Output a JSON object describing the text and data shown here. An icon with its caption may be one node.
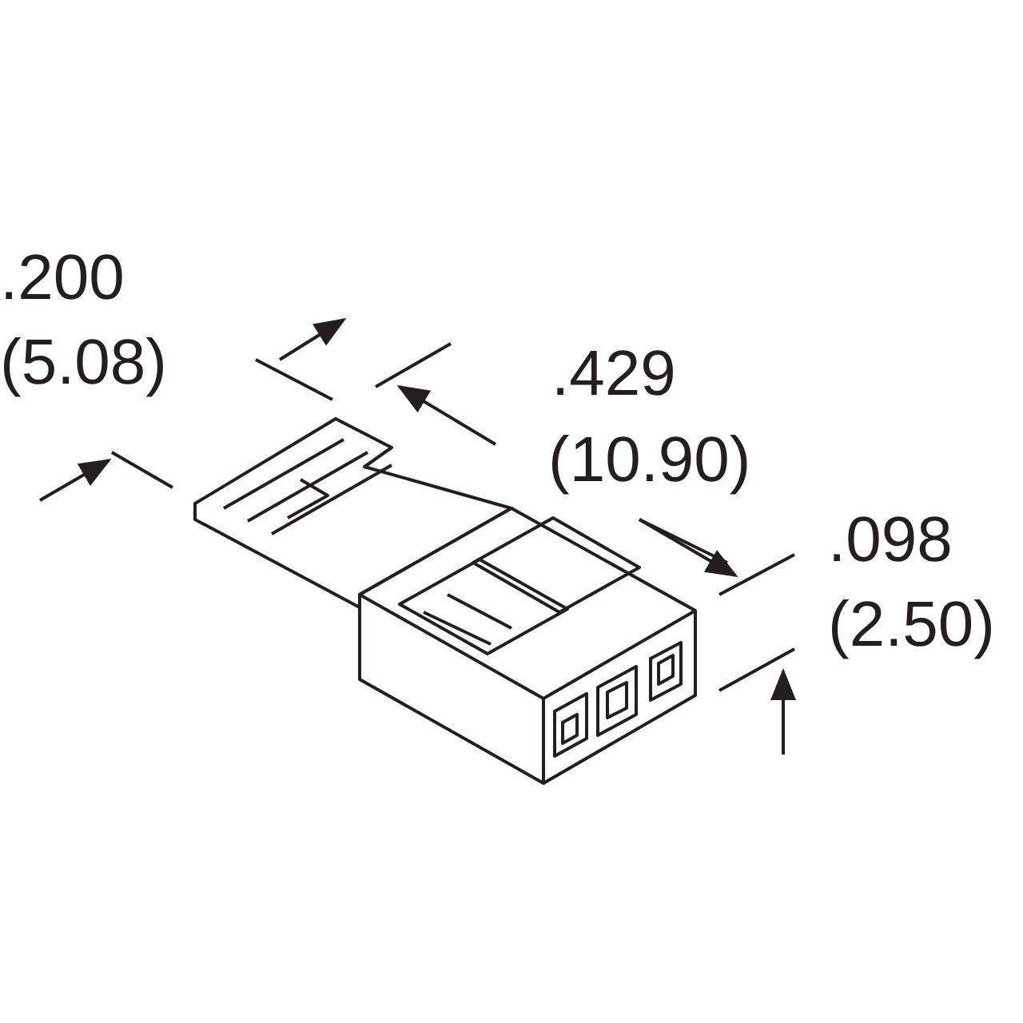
{
  "diagram": {
    "labels": [
      ".200",
      "(5.08)",
      ".429",
      "(10.90)",
      ".098",
      "(2.50)"
    ]
  }
}
